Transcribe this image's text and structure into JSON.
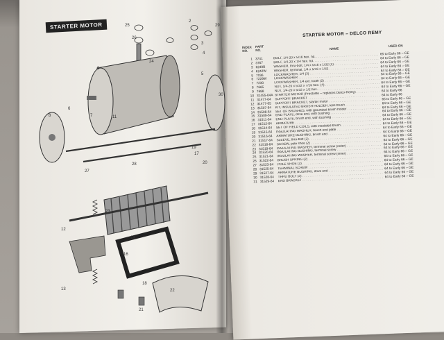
{
  "figure": {
    "label": "STARTER MOTOR",
    "callouts": [
      "25",
      "26",
      "24",
      "29",
      "2",
      "3",
      "4",
      "5",
      "6",
      "7",
      "8",
      "9",
      "11",
      "12",
      "13",
      "14",
      "16",
      "17",
      "18",
      "19",
      "20",
      "21",
      "22",
      "23",
      "27",
      "28",
      "30",
      "31"
    ]
  },
  "catalog": {
    "title": "STARTER MOTOR – DELCO REMY",
    "headers": {
      "index": "INDEX\nNO.",
      "part": "PART\nNO.",
      "name": "NAME",
      "used_on": "USED ON"
    },
    "rows": [
      {
        "idx": "1",
        "part": "3741",
        "name": "BOLT, 1/4-20 x 5/16 hex. hd.",
        "used": "65 to Early 66 – GE"
      },
      {
        "idx": "2",
        "part": "3767",
        "name": "BOLT, 1/4-20 x 1/4 hex. hd.",
        "used": "64 to Early 66 – GE"
      },
      {
        "idx": "3",
        "part": "6249B",
        "name": "WASHER, thru-bolt, 1/4 x 5/16 x 1/32 (2)",
        "used": "64 to Early 66 – GE"
      },
      {
        "idx": "4",
        "part": "6242W",
        "name": "WASHER, terminal, 1/4 x 5/16 x 1/32",
        "used": "64 to Early 66 – GE"
      },
      {
        "idx": "5",
        "part": "7036",
        "name": "LOCKWASHER, 1/4 (3)",
        "used": "64 to Early 66 – GE"
      },
      {
        "idx": "6",
        "part": "7229W",
        "name": "LOCKWASHER",
        "used": "64 to Early 66 – GE"
      },
      {
        "idx": "7",
        "part": "7230",
        "name": "LOCKWASHER, 1/4 ext. tooth (2)",
        "used": "64 to Early 66 – GE"
      },
      {
        "idx": "8",
        "part": "7665",
        "name": "NUT, 1/4-20 x 5/32 x 7/16 hex. (4)",
        "used": "64 to Early 66 – GE"
      },
      {
        "idx": "9",
        "part": "7688",
        "name": "NUT, 1/4-20 x 5/32 x 1/2 hex.",
        "used": "64 to Early 66 – GE"
      },
      {
        "idx": "10",
        "part": "31455-64A",
        "name": "STARTER MOTOR (Prestolite – replaces Delco-Remy)",
        "used": "64 to Early 66"
      },
      {
        "idx": "11",
        "part": "31477-64",
        "name": "SUPPORT BRACKET",
        "used": "64 to Early 66"
      },
      {
        "idx": "12",
        "part": "31477-65",
        "name": "SUPPORT BRACKET, starter motor",
        "used": "65 to Early 66 – GE"
      },
      {
        "idx": "13",
        "part": "31507-64",
        "name": "KIT, INSULATED BRUSH HOLDER, less brush",
        "used": "64 to Early 66 – GE"
      },
      {
        "idx": "14",
        "part": "31508-64",
        "name": "SET OF BRUSHES, with grounded brush holder",
        "used": "64 to Early 66 – GE"
      },
      {
        "idx": "15",
        "part": "31509-64",
        "name": "END PLATE, drive end, with bushing",
        "used": "64 to Early 66 – GE"
      },
      {
        "idx": "16",
        "part": "31511-64",
        "name": "END PLATE, brush end, with bushing",
        "used": "64 to Early 66 – GE"
      },
      {
        "idx": "17",
        "part": "31512-64",
        "name": "ARMATURE",
        "used": "64 to Early 66 – GE"
      },
      {
        "idx": "18",
        "part": "31514-64",
        "name": "SET OF FIELD COILS, with insulated brush",
        "used": "64 to Early 66 – GE"
      },
      {
        "idx": "19",
        "part": "31515-64",
        "name": "INSULATING WASHER, brush end plate",
        "used": "64 to Early 66 – GE"
      },
      {
        "idx": "20",
        "part": "31516-64",
        "name": "ARMATURE BUSHING, brush end",
        "used": "64 to Early 66 – GE"
      },
      {
        "idx": "21",
        "part": "31517-64",
        "name": "SLEEVE, thru-bolt (2)",
        "used": "64 to Early 66 – GE"
      },
      {
        "idx": "22",
        "part": "31518-64",
        "name": "SCREW, pole shoe (2)",
        "used": "64 to Early 66 – GE"
      },
      {
        "idx": "23",
        "part": "31519-64",
        "name": "INSULATING WASHER, terminal screw (outer)",
        "used": "64 to Early 66 – GE"
      },
      {
        "idx": "24",
        "part": "31520-64",
        "name": "INSULATING BUSHING, terminal screw",
        "used": "64 to Early 66 – GE"
      },
      {
        "idx": "25",
        "part": "31521-64",
        "name": "INSULATING WASHER, terminal screw (inner)",
        "used": "64 to Early 66 – GE"
      },
      {
        "idx": "26",
        "part": "31522-64",
        "name": "BRUSH SPRING (2)",
        "used": "64 to Early 66 – GE"
      },
      {
        "idx": "27",
        "part": "31523-64",
        "name": "POLE SHOE (2)",
        "used": "64 to Early 66 – GE"
      },
      {
        "idx": "28",
        "part": "31525-64",
        "name": "TERMINAL SCREW",
        "used": "64 to Early 66 – GE"
      },
      {
        "idx": "29",
        "part": "31527-64",
        "name": "ARMATURE BUSHING, drive end",
        "used": "64 to Early 66 – GE"
      },
      {
        "idx": "30",
        "part": "31528-64",
        "name": "THRU BOLT (2)",
        "used": "64 to Early 66 – GE"
      },
      {
        "idx": "31",
        "part": "31529-64",
        "name": "END BRACKET",
        "used": "64 to Early 66 – GE"
      }
    ]
  }
}
